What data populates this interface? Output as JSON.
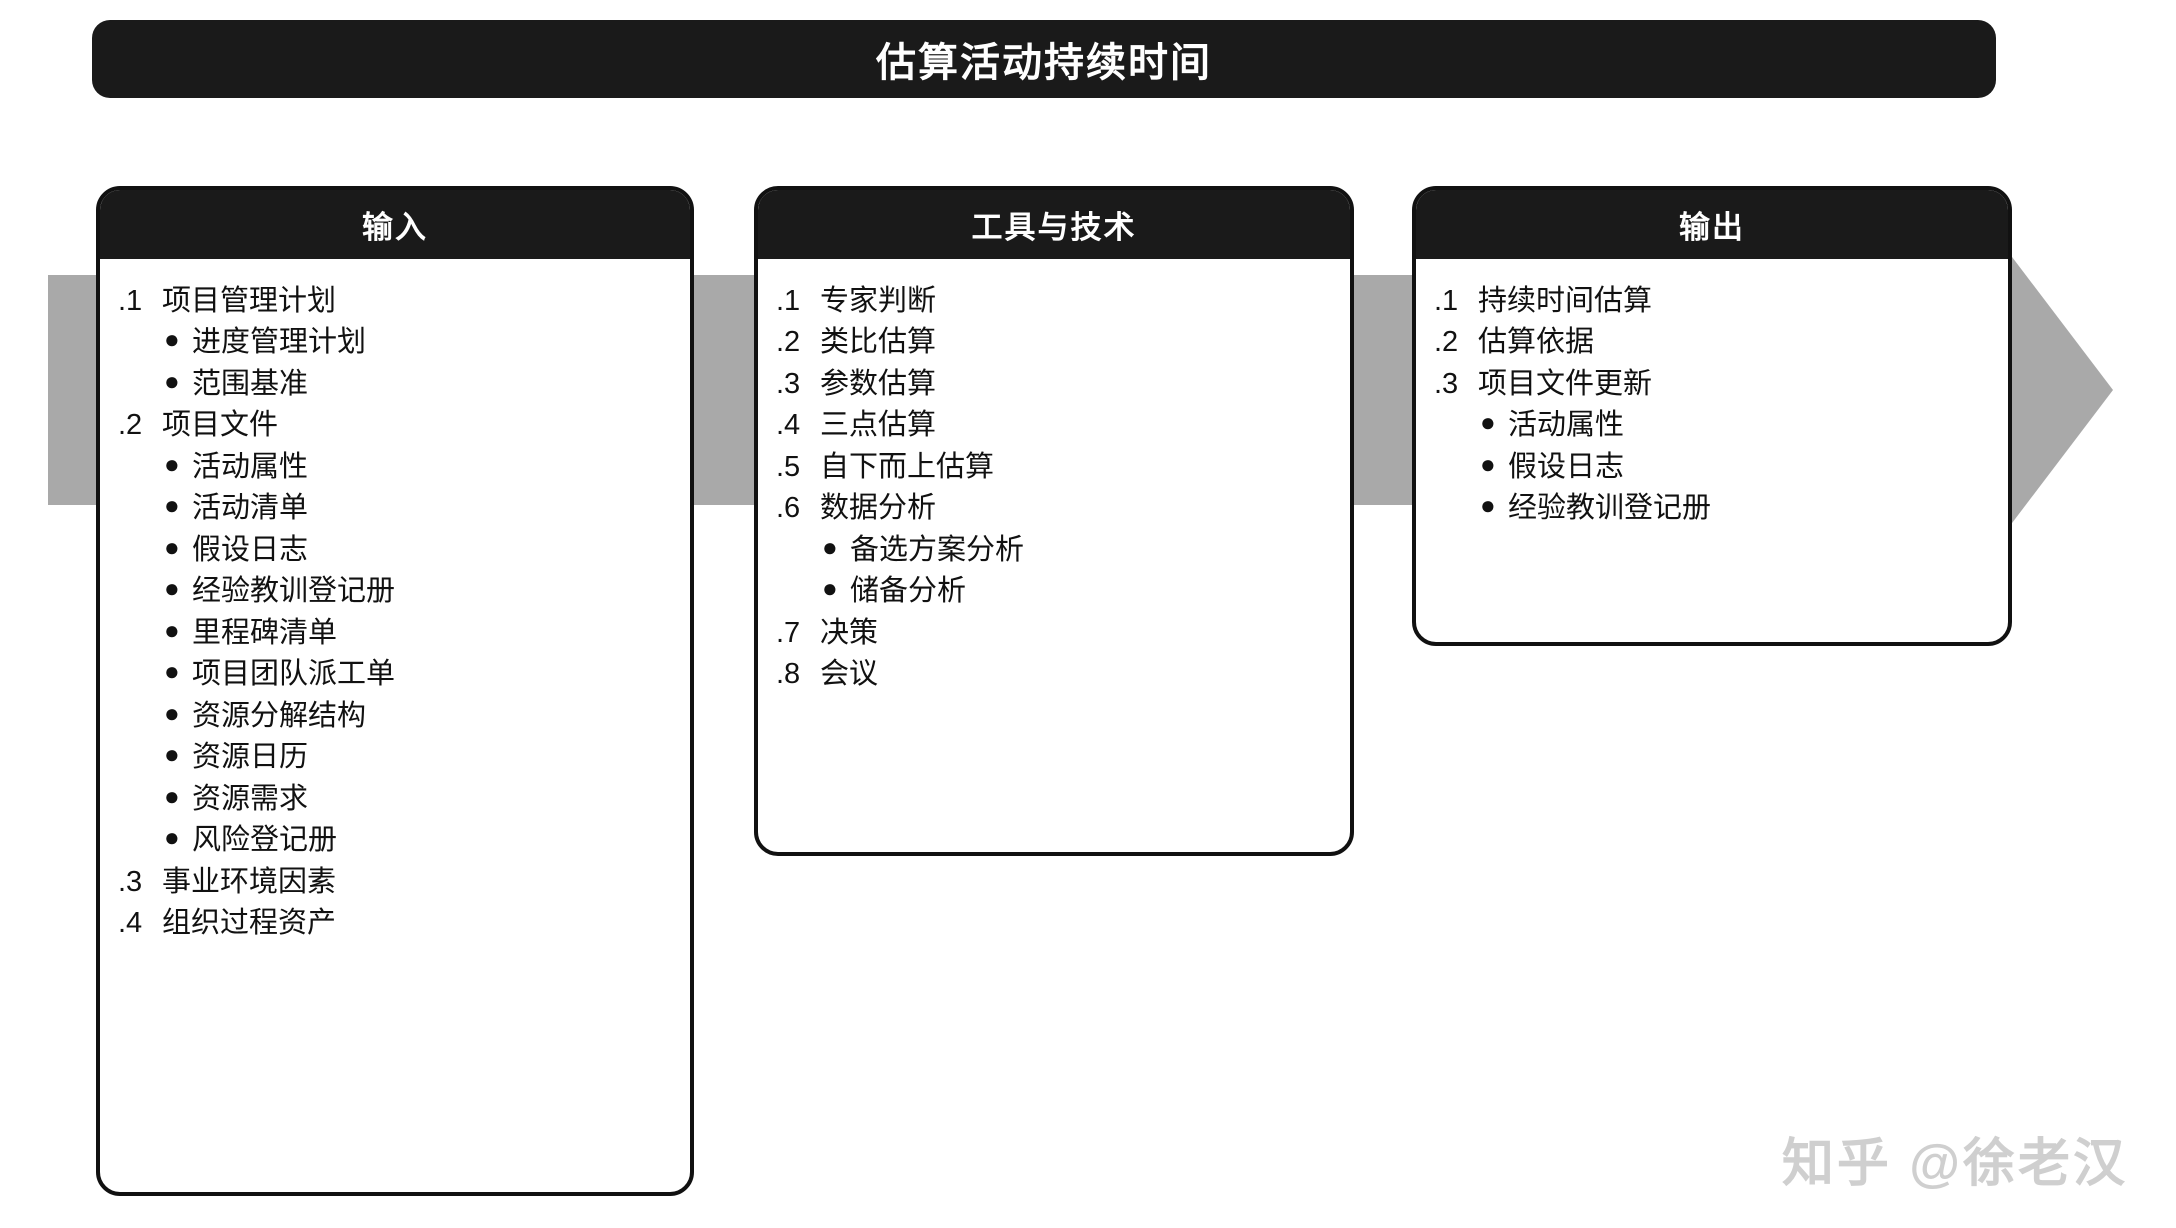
{
  "title": "估算活动持续时间",
  "watermark": "知乎 @徐老汉",
  "bullet_glyph": "●",
  "colors": {
    "header_bg": "#1a1a1a",
    "header_text": "#ffffff",
    "arrow": "#a9a9a9",
    "body_text": "#111111",
    "panel_border": "#111111",
    "watermark": "#cfcfcf"
  },
  "panels": {
    "inputs": {
      "header": "输入",
      "items": [
        {
          "num": ".1",
          "text": "项目管理计划",
          "bullets": [
            "进度管理计划",
            "范围基准"
          ]
        },
        {
          "num": ".2",
          "text": "项目文件",
          "bullets": [
            "活动属性",
            "活动清单",
            "假设日志",
            "经验教训登记册",
            "里程碑清单",
            "项目团队派工单",
            "资源分解结构",
            "资源日历",
            "资源需求",
            "风险登记册"
          ]
        },
        {
          "num": ".3",
          "text": "事业环境因素",
          "bullets": []
        },
        {
          "num": ".4",
          "text": "组织过程资产",
          "bullets": []
        }
      ]
    },
    "tools": {
      "header": "工具与技术",
      "items": [
        {
          "num": ".1",
          "text": "专家判断",
          "bullets": []
        },
        {
          "num": ".2",
          "text": "类比估算",
          "bullets": []
        },
        {
          "num": ".3",
          "text": "参数估算",
          "bullets": []
        },
        {
          "num": ".4",
          "text": "三点估算",
          "bullets": []
        },
        {
          "num": ".5",
          "text": "自下而上估算",
          "bullets": []
        },
        {
          "num": ".6",
          "text": "数据分析",
          "bullets": [
            "备选方案分析",
            "储备分析"
          ]
        },
        {
          "num": ".7",
          "text": "决策",
          "bullets": []
        },
        {
          "num": ".8",
          "text": "会议",
          "bullets": []
        }
      ]
    },
    "outputs": {
      "header": "输出",
      "items": [
        {
          "num": ".1",
          "text": "持续时间估算",
          "bullets": []
        },
        {
          "num": ".2",
          "text": "估算依据",
          "bullets": []
        },
        {
          "num": ".3",
          "text": "项目文件更新",
          "bullets": [
            "活动属性",
            "假设日志",
            "经验教训登记册"
          ]
        }
      ]
    }
  }
}
